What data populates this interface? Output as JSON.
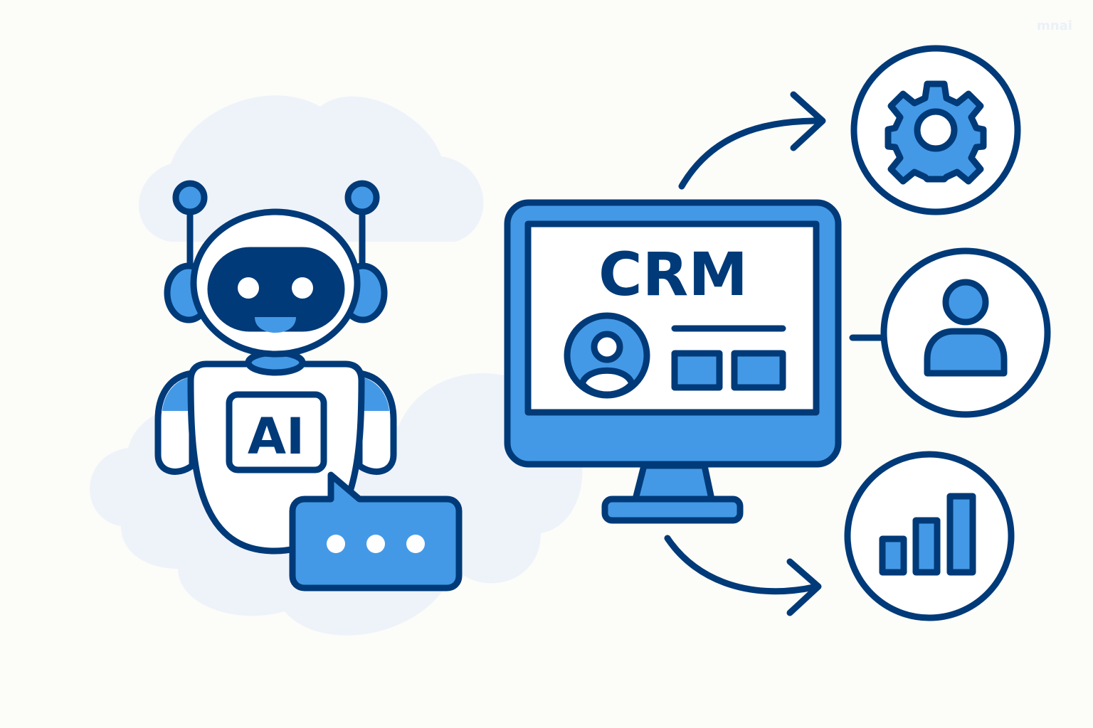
{
  "colors": {
    "background": "#fcfcf9",
    "outline": "#003a78",
    "accent": "#4499e6",
    "cloud": "#eef3f9",
    "white": "#ffffff"
  },
  "robot": {
    "badge_label": "AI",
    "speech_bubble_icon": "ellipsis-icon"
  },
  "monitor": {
    "title": "CRM",
    "icons": [
      "user-avatar-icon",
      "text-line",
      "panel-box",
      "panel-box"
    ]
  },
  "outputs": [
    {
      "icon": "gear-icon"
    },
    {
      "icon": "user-icon"
    },
    {
      "icon": "bar-chart-icon"
    }
  ],
  "watermark": "mnai"
}
